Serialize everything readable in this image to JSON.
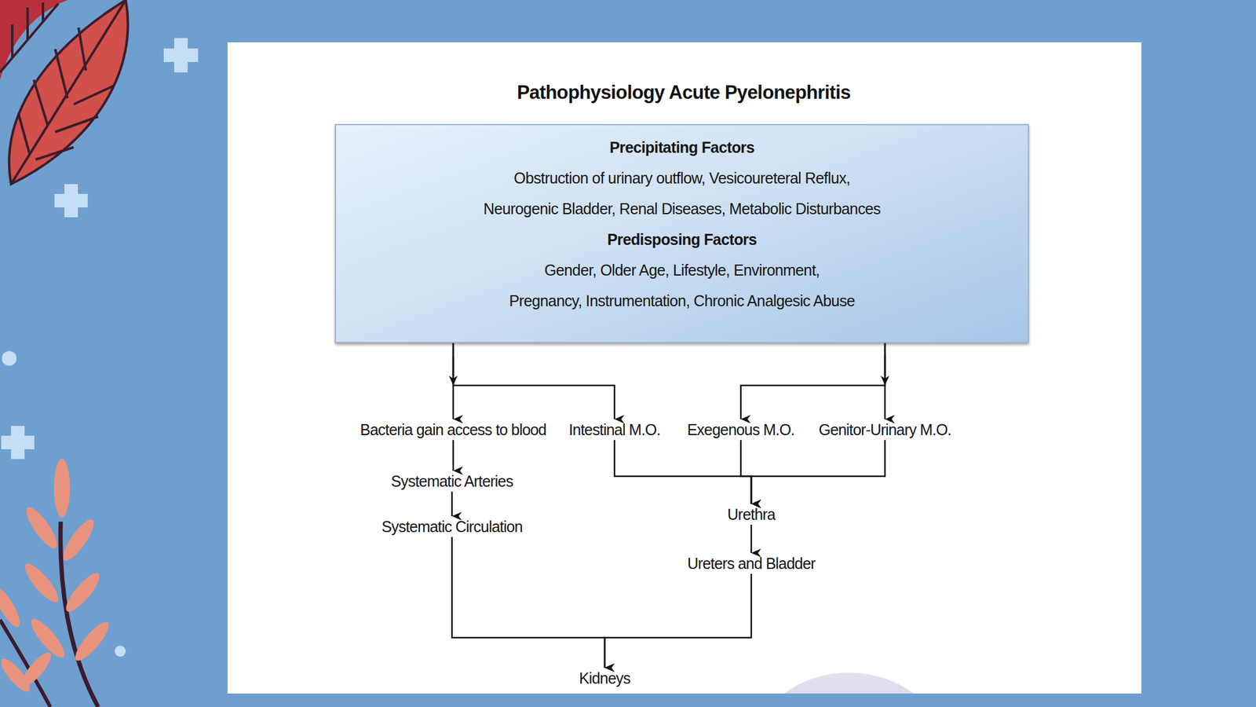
{
  "diagram": {
    "title": "Pathophysiology Acute Pyelonephritis",
    "nodes": [
      {
        "text": [
          "Precipitating Factors",
          "Obstruction of urinary outflow, Vesicoureteral Reflux, Neurogenic Bladder, Renal Diseases, Metabolic Disturbances",
          "Predisposing Factors",
          "Gender, Older Age, Lifestyle, Environment, Pregnancy, Instrumentation, Chronic Analgesic Abuse"
        ]
      },
      {
        "text": [
          "Bacteria gain access to blood"
        ]
      },
      {
        "text": [
          "Intestinal M.O."
        ]
      },
      {
        "text": [
          "Exegenous M.O."
        ]
      },
      {
        "text": [
          "Genitor-Urinary M.O."
        ]
      },
      {
        "text": [
          "Systematic Arteries"
        ]
      },
      {
        "text": [
          "Systematic Circulation"
        ]
      },
      {
        "text": [
          "Urethra"
        ]
      },
      {
        "text": [
          "Ureters and Bladder"
        ]
      },
      {
        "text": [
          "Kidneys"
        ]
      }
    ],
    "edges": [
      {
        "from": 0,
        "to": 1,
        "arrow": "to"
      },
      {
        "from": 0,
        "to": 2,
        "arrow": "to"
      },
      {
        "from": 0,
        "to": 3,
        "arrow": "to"
      },
      {
        "from": 0,
        "to": 4,
        "arrow": "to"
      },
      {
        "from": 1,
        "to": 5,
        "arrow": "to"
      },
      {
        "from": 5,
        "to": 6,
        "arrow": "to"
      },
      {
        "from": 2,
        "to": 7,
        "arrow": "to"
      },
      {
        "from": 3,
        "to": 7,
        "arrow": "to"
      },
      {
        "from": 4,
        "to": 7,
        "arrow": "to"
      },
      {
        "from": 7,
        "to": 8,
        "arrow": "to"
      },
      {
        "from": 6,
        "to": 9,
        "arrow": "to"
      },
      {
        "from": 8,
        "to": 9,
        "arrow": "to"
      }
    ]
  }
}
